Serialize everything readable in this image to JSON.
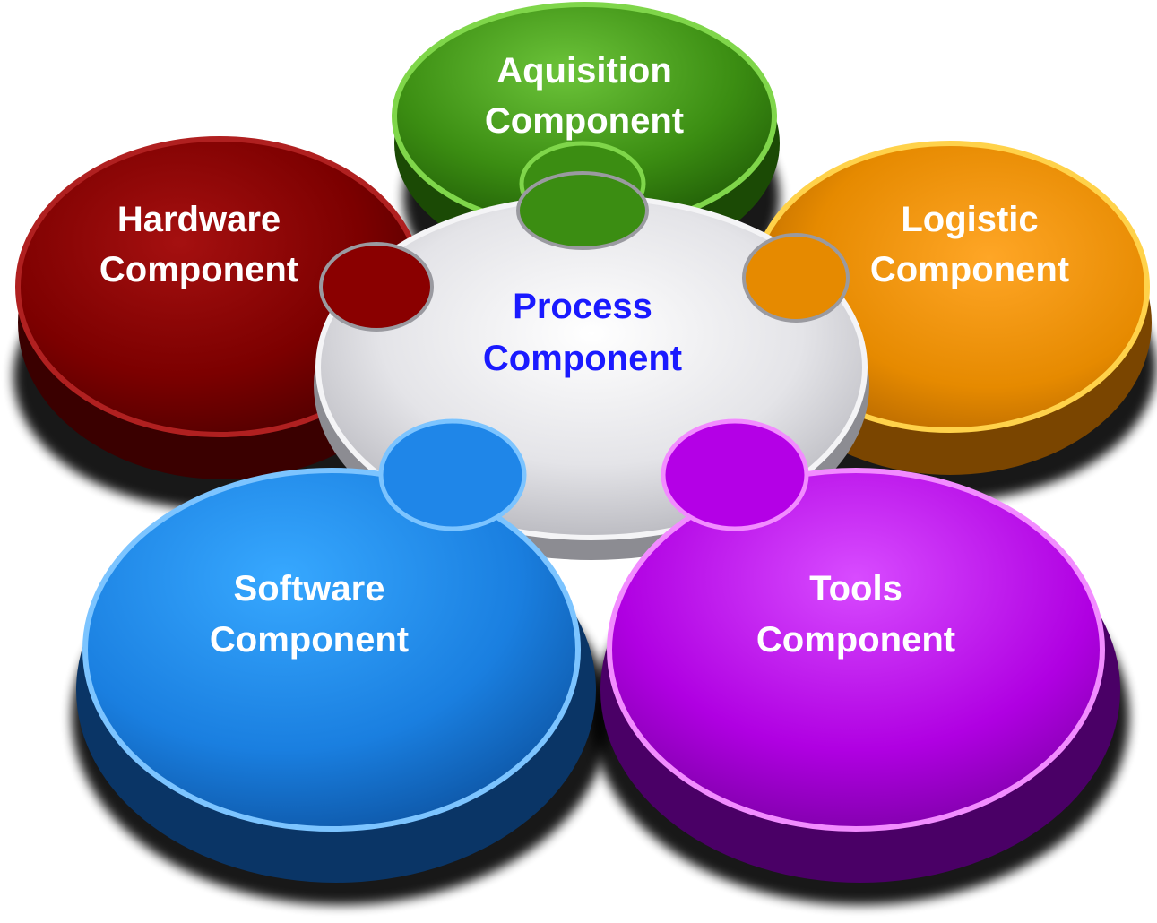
{
  "diagram": {
    "center": {
      "line1": "Process",
      "line2": "Component",
      "color": "#1a1aff"
    },
    "pieces": [
      {
        "id": "acquisition",
        "line1": "Aquisition",
        "line2": "Component",
        "color": "#3f8f10"
      },
      {
        "id": "hardware",
        "line1": "Hardware",
        "line2": "Component",
        "color": "#7a0000"
      },
      {
        "id": "logistic",
        "line1": "Logistic",
        "line2": "Component",
        "color": "#e08a00"
      },
      {
        "id": "software",
        "line1": "Software",
        "line2": "Component",
        "color": "#1f86e8"
      },
      {
        "id": "tools",
        "line1": "Tools",
        "line2": "Component",
        "color": "#b400e6"
      }
    ],
    "label_color": "#ffffff"
  }
}
